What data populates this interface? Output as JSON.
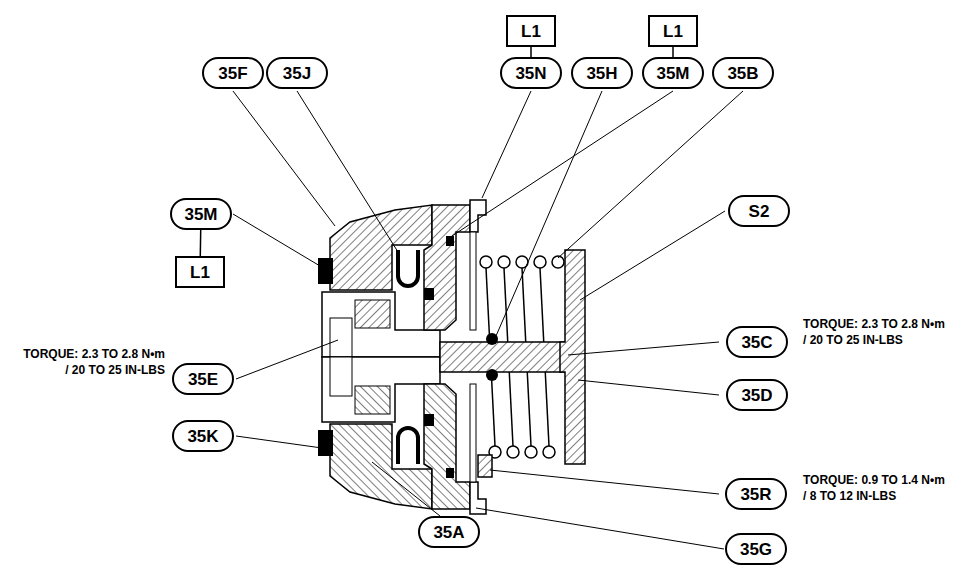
{
  "diagram": {
    "nodes": [
      {
        "text": [
          "L1"
        ]
      },
      {
        "text": [
          "L1"
        ]
      },
      {
        "text": [
          "35F"
        ]
      },
      {
        "text": [
          "35J"
        ]
      },
      {
        "text": [
          "35N"
        ]
      },
      {
        "text": [
          "35H"
        ]
      },
      {
        "text": [
          "35M"
        ]
      },
      {
        "text": [
          "35B"
        ]
      },
      {
        "text": [
          "35M"
        ]
      },
      {
        "text": [
          "L1"
        ]
      },
      {
        "text": [
          "S2"
        ]
      },
      {
        "text": [
          "35C"
        ]
      },
      {
        "text": [
          "35D"
        ]
      },
      {
        "text": [
          "35E"
        ]
      },
      {
        "text": [
          "35K"
        ]
      },
      {
        "text": [
          "35R"
        ]
      },
      {
        "text": [
          "35A"
        ]
      },
      {
        "text": [
          "35G"
        ]
      }
    ],
    "edges": [
      {
        "from": 4,
        "to": 0,
        "arrow": "none"
      },
      {
        "from": 6,
        "to": 1,
        "arrow": "none"
      },
      {
        "from": 8,
        "to": 9,
        "arrow": "none"
      }
    ],
    "labels": [
      "TORQUE: 2.3 TO 2.8 N•m / 20 TO 25 IN-LBS",
      "TORQUE: 2.3 TO 2.8 N•m / 20 TO 25 IN-LBS",
      "TORQUE: 0.9 TO 1.4 N•m / 8 TO 12 IN-LBS"
    ]
  }
}
